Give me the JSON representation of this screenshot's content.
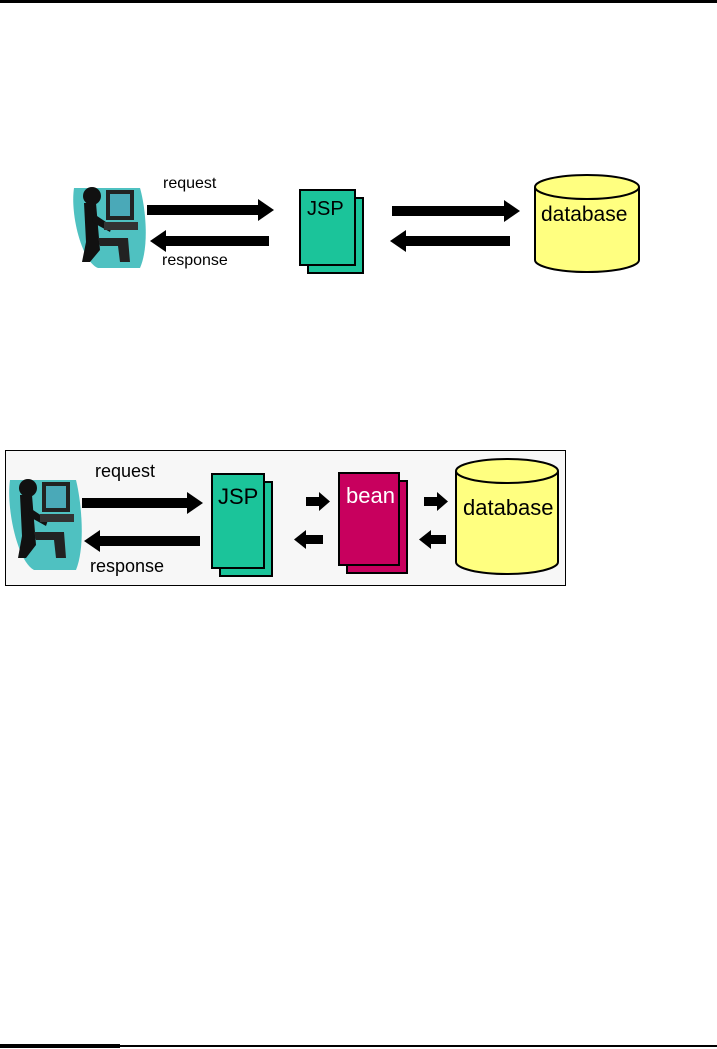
{
  "diagram1": {
    "request_label": "request",
    "response_label": "response",
    "jsp_label": "JSP",
    "database_label": "database",
    "colors": {
      "jsp": "#1bc49a",
      "database": "#ffff80",
      "figure_bg": "#4fc1c1",
      "arrow": "#000000"
    }
  },
  "diagram2": {
    "request_label": "request",
    "response_label": "response",
    "jsp_label": "JSP",
    "bean_label": "bean",
    "database_label": "database",
    "colors": {
      "jsp": "#1bc49a",
      "bean": "#c8005e",
      "database": "#ffff80",
      "figure_bg": "#4fc1c1",
      "arrow": "#000000"
    }
  },
  "icons": [
    "user-at-computer-icon",
    "document-stack-icon",
    "database-cylinder-icon",
    "arrow-right-icon",
    "arrow-left-icon"
  ]
}
